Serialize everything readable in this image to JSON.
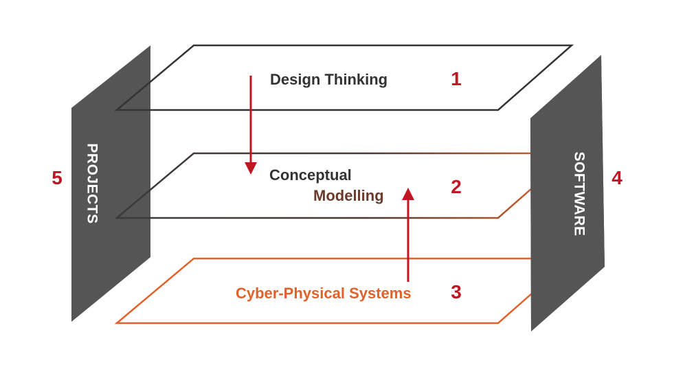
{
  "diagram": {
    "layers": [
      {
        "label_lines": [
          "Design Thinking"
        ],
        "number": "1",
        "color": "#3a3a3a"
      },
      {
        "label_lines": [
          "Conceptual",
          "Modelling"
        ],
        "number": "2",
        "color": "#3a3a3a",
        "accent_color": "#e0622a"
      },
      {
        "label_lines": [
          "Cyber-Physical Systems"
        ],
        "number": "3",
        "color": "#e0622a"
      }
    ],
    "side_panels": {
      "left": {
        "label": "PROJECTS",
        "number": "5"
      },
      "right": {
        "label": "SOFTWARE",
        "number": "4"
      }
    },
    "colors": {
      "panel": "#555555",
      "number": "#c01522",
      "arrow": "#c01522",
      "plane_dark": "#333333",
      "plane_orange": "#e0622a",
      "label_dark": "#333333",
      "label_brown": "#6b3a2a",
      "label_orange": "#e0622a"
    }
  }
}
